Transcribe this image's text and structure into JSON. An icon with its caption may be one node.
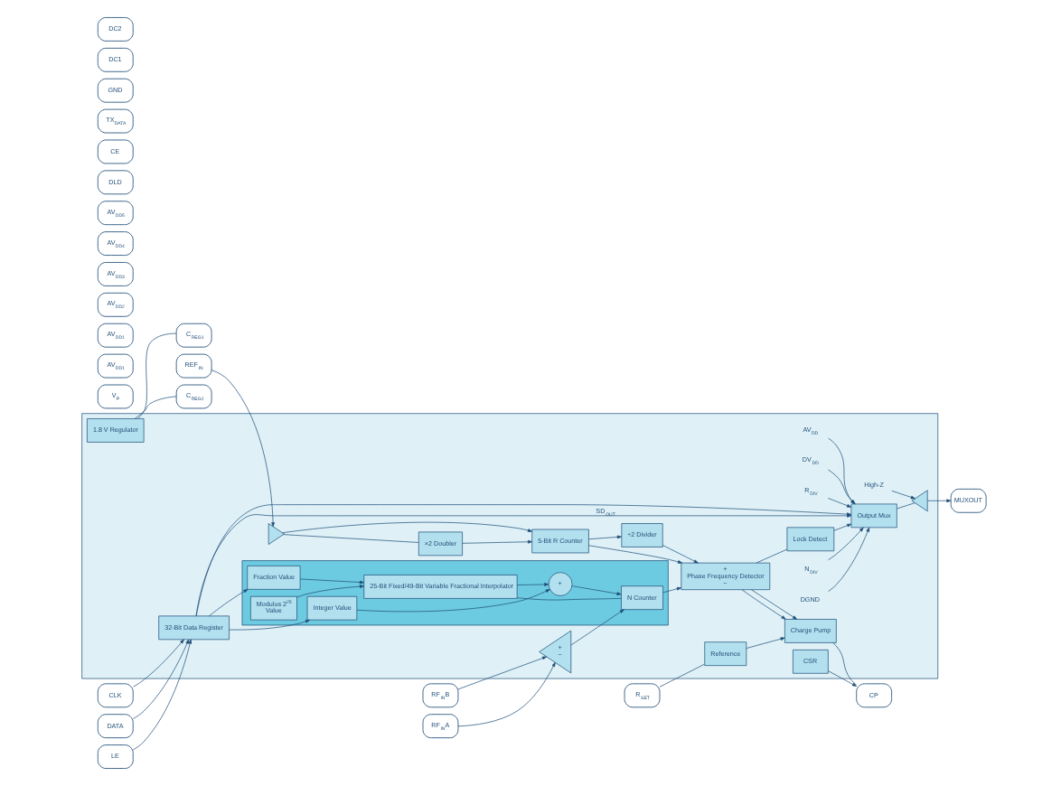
{
  "diagram": {
    "nodes": [
      {
        "text": [],
        "shape": "box"
      },
      {
        "text": [
          "V$_{P}$"
        ]
      },
      {
        "text": [
          "AV$_{DD1}$"
        ]
      },
      {
        "text": [
          "AV$_{DD1}$"
        ]
      },
      {
        "text": [
          "AV$_{DD2}$"
        ]
      },
      {
        "text": [
          "AV$_{DD3}$"
        ]
      },
      {
        "text": [
          "AV$_{DD4}$"
        ]
      },
      {
        "text": [
          "AV$_{DD5}$"
        ]
      },
      {
        "text": [
          "R$_{SET}$"
        ]
      },
      {
        "text": [
          "REF$_{IN}$"
        ]
      },
      {
        "text": [
          "MUXOUT"
        ]
      },
      {
        "text": [
          "DLD"
        ]
      },
      {
        "text": [
          "CE"
        ]
      },
      {
        "text": [
          "TX$_{DATA}$"
        ]
      },
      {
        "text": [
          "CLK"
        ]
      },
      {
        "text": [
          "DATA"
        ]
      },
      {
        "text": [
          "LE"
        ]
      },
      {
        "text": [
          "GND"
        ]
      },
      {
        "text": [
          "CP"
        ]
      },
      {
        "text": [
          "DC1"
        ]
      },
      {
        "text": [
          "DC2"
        ]
      },
      {
        "text": [
          "RF$_{IN}$A"
        ]
      },
      {
        "text": [
          "RF$_{IN}$B"
        ]
      },
      {
        "text": [
          "C$_{REG1}$"
        ]
      },
      {
        "text": [
          "C$_{REG2}$"
        ]
      },
      {
        "text": [],
        "shape": "triangle",
        "in": 0
      },
      {
        "text": [
          "×2 Doubler"
        ],
        "in": 0
      },
      {
        "text": [
          "5-Bit R Counter"
        ],
        "in": 0
      },
      {
        "text": [
          "÷2 Divider"
        ],
        "in": 0
      },
      {
        "text": [
          "+",
          "Phase Frequency Detector",
          "−"
        ],
        "in": 0
      },
      {
        "text": [
          "Reference"
        ],
        "in": 0
      },
      {
        "text": [
          "Charge Pump"
        ],
        "in": 0
      },
      {
        "text": [
          "CSR"
        ],
        "in": 0
      },
      {
        "text": [
          "High-Z"
        ],
        "in": 0
      },
      {
        "text": [],
        "shape": "triangle",
        "in": 0
      },
      {
        "text": [
          "Output Mux"
        ],
        "in": 0
      },
      {
        "text": [
          "N$_{DIV}$"
        ],
        "in": 0
      },
      {
        "text": [
          "DGND"
        ],
        "in": 0
      },
      {
        "text": [
          "AV$_{DD}$"
        ],
        "in": 0
      },
      {
        "text": [
          "DV$_{DD}$"
        ],
        "in": 0
      },
      {
        "text": [
          "R$_{DIV}$"
        ],
        "in": 0
      },
      {
        "text": [
          "Lock Detect"
        ],
        "in": 0
      },
      {
        "text": [
          "32-Bit Data Register"
        ],
        "in": 0
      },
      {
        "text": [],
        "shape": "box",
        "in": 0
      },
      {
        "text": [
          "N Counter"
        ],
        "in": 43
      },
      {
        "text": [
          "25-Bit Fixed/49-Bit Variable Fractional Interpolator"
        ],
        "in": 43
      },
      {
        "text": [
          "+"
        ],
        "in": 43
      },
      {
        "text": [
          "Fraction Value"
        ],
        "in": 43
      },
      {
        "text": [
          "Modulus 2$^{25}$ Value"
        ],
        "in": 43
      },
      {
        "text": [
          "Integer Value"
        ],
        "in": 43
      },
      {
        "text": [
          "+",
          "−"
        ],
        "in": 0
      },
      {
        "text": [
          "1.8 V Regulator"
        ],
        "in": 0
      }
    ],
    "edges": [
      {
        "from": 9,
        "to": 25,
        "arrow": "to"
      },
      {
        "from": 25,
        "to": 26,
        "arrow": "none"
      },
      {
        "from": 26,
        "to": 27,
        "arrow": "to"
      },
      {
        "from": 25,
        "to": 27,
        "arrow": "to"
      },
      {
        "from": 27,
        "to": 28,
        "arrow": "to"
      },
      {
        "from": 27,
        "to": 29,
        "arrow": "to"
      },
      {
        "from": 28,
        "to": 29,
        "arrow": "to"
      },
      {
        "from": 8,
        "to": 30,
        "arrow": "none"
      },
      {
        "from": 30,
        "to": 31,
        "arrow": "to"
      },
      {
        "from": 29,
        "to": 31,
        "arrow": "to"
      },
      {
        "from": 29,
        "to": 31,
        "arrow": "to"
      },
      {
        "from": 31,
        "to": 18,
        "arrow": "none"
      },
      {
        "from": 32,
        "to": 18,
        "arrow": "to"
      },
      {
        "from": 29,
        "to": 41,
        "arrow": "none"
      },
      {
        "from": 41,
        "to": 35,
        "arrow": "to"
      },
      {
        "from": 36,
        "to": 35,
        "arrow": "to"
      },
      {
        "from": 37,
        "to": 35,
        "arrow": "to"
      },
      {
        "from": 38,
        "to": 35,
        "arrow": "to"
      },
      {
        "from": 39,
        "to": 35,
        "arrow": "to"
      },
      {
        "from": 40,
        "to": 35,
        "arrow": "to"
      },
      {
        "from": 42,
        "to": 35,
        "arrow": "to",
        "label": "SD$_{OUT}$"
      },
      {
        "from": 42,
        "to": 35,
        "arrow": "to"
      },
      {
        "from": 33,
        "to": 34,
        "arrow": "to"
      },
      {
        "from": 35,
        "to": 34,
        "arrow": "none"
      },
      {
        "from": 34,
        "to": 10,
        "arrow": "to"
      },
      {
        "from": 14,
        "to": 42,
        "arrow": "to"
      },
      {
        "from": 15,
        "to": 42,
        "arrow": "to"
      },
      {
        "from": 16,
        "to": 42,
        "arrow": "to"
      },
      {
        "from": 42,
        "to": 47,
        "arrow": "to"
      },
      {
        "from": 42,
        "to": 49,
        "arrow": "to"
      },
      {
        "from": 47,
        "to": 45,
        "arrow": "to"
      },
      {
        "from": 48,
        "to": 45,
        "arrow": "to"
      },
      {
        "from": 45,
        "to": 46,
        "arrow": "to"
      },
      {
        "from": 49,
        "to": 46,
        "arrow": "to"
      },
      {
        "from": 46,
        "to": 44,
        "arrow": "to"
      },
      {
        "from": 44,
        "to": 45,
        "arrow": "none"
      },
      {
        "from": 44,
        "to": 29,
        "arrow": "to"
      },
      {
        "from": 21,
        "to": 50,
        "arrow": "to"
      },
      {
        "from": 22,
        "to": 50,
        "arrow": "to"
      },
      {
        "from": 50,
        "to": 44,
        "arrow": "to"
      },
      {
        "from": 51,
        "to": 23,
        "arrow": "none"
      },
      {
        "from": 51,
        "to": 24,
        "arrow": "none"
      }
    ]
  }
}
